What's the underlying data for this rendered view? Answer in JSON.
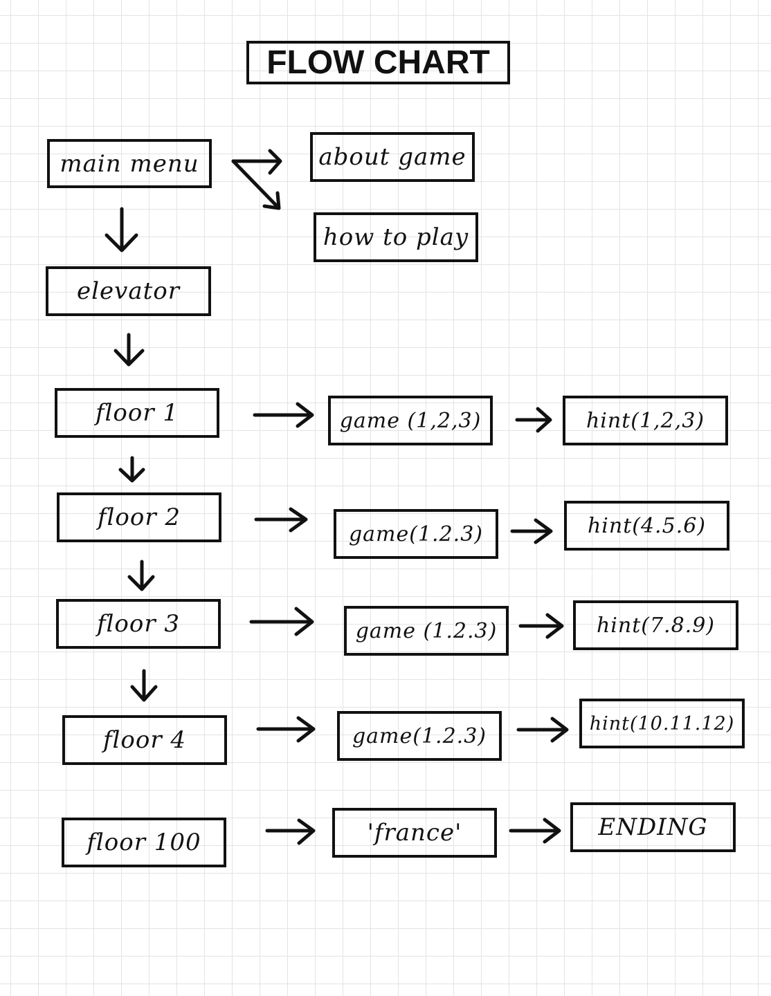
{
  "title": "FLOW CHART",
  "menu": {
    "main": "main menu",
    "about": "about game",
    "how": "how to play"
  },
  "elevator": "elevator",
  "rows": [
    {
      "floor": "floor 1",
      "game": "game (1,2,3)",
      "hint": "hint(1,2,3)"
    },
    {
      "floor": "floor 2",
      "game": "game(1.2.3)",
      "hint": "hint(4.5.6)"
    },
    {
      "floor": "floor 3",
      "game": "game (1.2.3)",
      "hint": "hint(7.8.9)"
    },
    {
      "floor": "floor 4",
      "game": "game(1.2.3)",
      "hint": "hint(10.11.12)"
    },
    {
      "floor": "floor 100",
      "game": "'france'",
      "hint": "ENDING"
    }
  ]
}
